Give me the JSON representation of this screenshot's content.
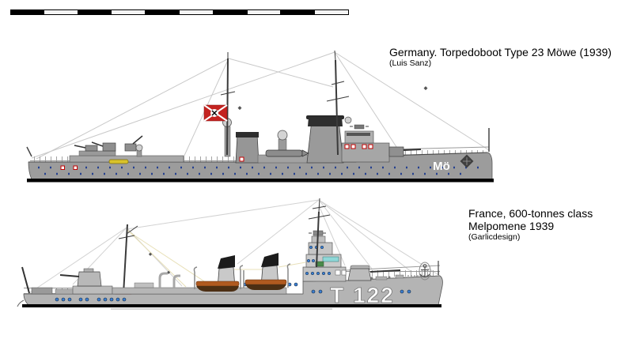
{
  "scale_bar": {
    "segment_count": 10,
    "black": "#000000",
    "white": "#f4f4f4"
  },
  "ships": [
    {
      "name": "german-torpedoboot",
      "title": "Germany. Torpedoboot Type 23 Möwe (1939)",
      "credit": "(Luis Sanz)",
      "hull_marking": "Mö",
      "colors": {
        "hull": "#9c9c9c",
        "superstructure": "#a8a8a8",
        "funnel": "#969696",
        "funnel_cap": "#2e2e2e",
        "waterline": "#000000",
        "rigging": "#c9c9c9",
        "flag_red": "#c42320",
        "scuttle": "#24408f",
        "marking_text": "#ffffff",
        "float_yellow": "#d9c32a"
      }
    },
    {
      "name": "french-600-tonnes",
      "title_line1": "France, 600-tonnes class",
      "title_line2": "Melpomene 1939",
      "credit": "(Garlicdesign)",
      "hull_marking": "T 122",
      "colors": {
        "hull": "#b4b4b4",
        "superstructure": "#c6c6c6",
        "funnel": "#c9c9c9",
        "funnel_cap": "#1c1c1c",
        "porthole": "#3b7fd4",
        "boat_orange": "#b05a20",
        "boat_bottom": "#4c2f14",
        "waterline": "#000000",
        "rigging": "#d2d2d2",
        "halyard": "#e8e0b8",
        "marking_text": "#ffffff"
      }
    }
  ]
}
